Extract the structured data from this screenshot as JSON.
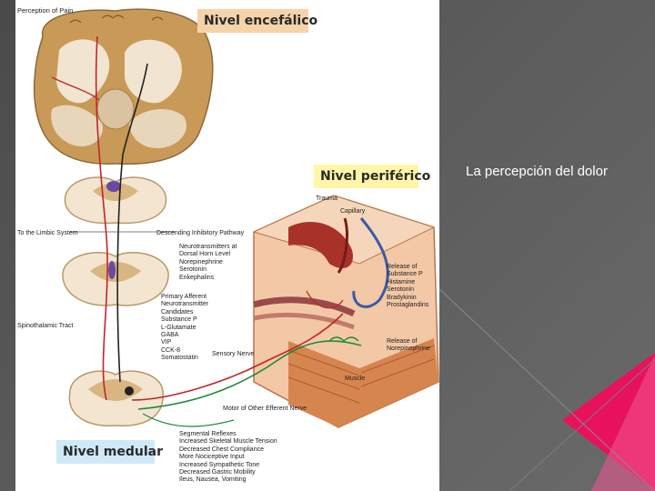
{
  "slide": {
    "caption": "La percepción del dolor",
    "colors": {
      "background": "#555555",
      "accent_magenta": "#e8125c",
      "caption_text": "#ffffff"
    }
  },
  "figure": {
    "title": "Perception of Pain",
    "levels": {
      "encefalico": "Nivel encefálico",
      "periferico": "Nivel periférico",
      "medular": "Nivel medular"
    },
    "annotations": {
      "trauma": "Trauma",
      "capillary": "Capillary",
      "limbic": "To the Limbic System",
      "descending": "Descending Inhibitory Pathway",
      "neurotransmitters": [
        "Neurotransmitters at",
        "Dorsal Horn Level",
        "Norepinephrine",
        "Serotonin",
        "Enkephalins"
      ],
      "release_substance": [
        "Release of",
        "Substance P",
        "Histamine",
        "Serotonin",
        "Bradykinin",
        "Prostaglandins"
      ],
      "primary_afferent": [
        "Primary Afferent",
        "Neurotransmitter",
        "Candidates",
        "Substance P",
        "L-Glutamate",
        "GABA",
        "VIP",
        "CCK-8",
        "Somatostatin"
      ],
      "spinothalamic": "Spinothalamic Tract",
      "release_norepi": [
        "Release of",
        "Norepinephrine"
      ],
      "sensory_nerve": "Sensory Nerve",
      "muscle": "Muscle",
      "motor": "Motor of Other Efferent Nerve",
      "segmental": [
        "Segmental Reflexes",
        "Increased Skeletal Muscle Tension",
        "Decreased Chest Compliance",
        "More Nociceptive Input",
        "Increased Sympathetic Tone",
        "Decreased Gastric Mobility",
        "Ileus, Nausea, Vomiting"
      ]
    }
  }
}
